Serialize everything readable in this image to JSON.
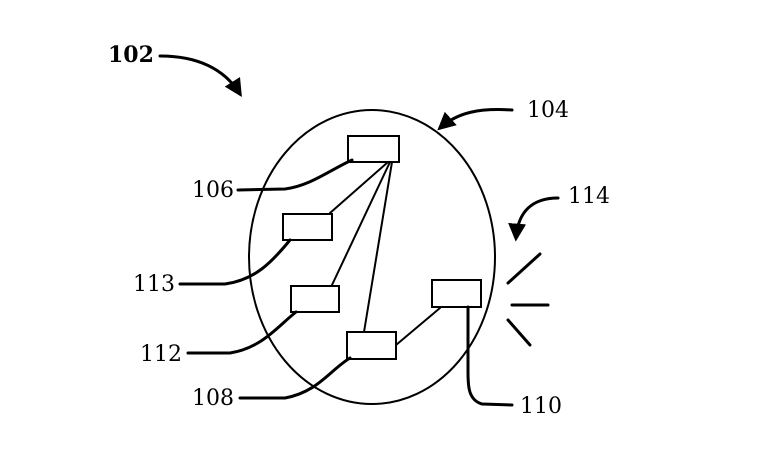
{
  "labels": {
    "system": "102",
    "device": "104",
    "component_top": "106",
    "component_bottom": "108",
    "component_right": "110",
    "component_middle": "112",
    "component_left": "113",
    "emission": "114"
  }
}
